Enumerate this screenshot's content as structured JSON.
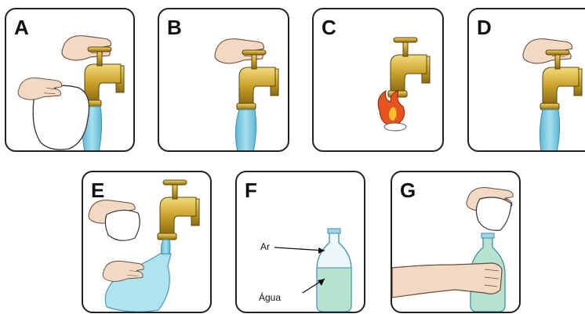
{
  "panels": [
    {
      "letter": "A",
      "scene": "faucet-water-cloth-hands"
    },
    {
      "letter": "B",
      "scene": "faucet-water-hand"
    },
    {
      "letter": "C",
      "scene": "faucet-flame"
    },
    {
      "letter": "D",
      "scene": "faucet-water-hand"
    },
    {
      "letter": "E",
      "scene": "faucet-bag-cloth"
    },
    {
      "letter": "F",
      "scene": "bottle-air-water"
    },
    {
      "letter": "G",
      "scene": "bottle-hand-cloth"
    }
  ],
  "labels": {
    "air": "Ar",
    "water": "Água"
  },
  "colors": {
    "water": "#7fcbe0",
    "brass": "#c9a02a",
    "skin": "#f2d9c4",
    "flame": "#e8521c"
  }
}
